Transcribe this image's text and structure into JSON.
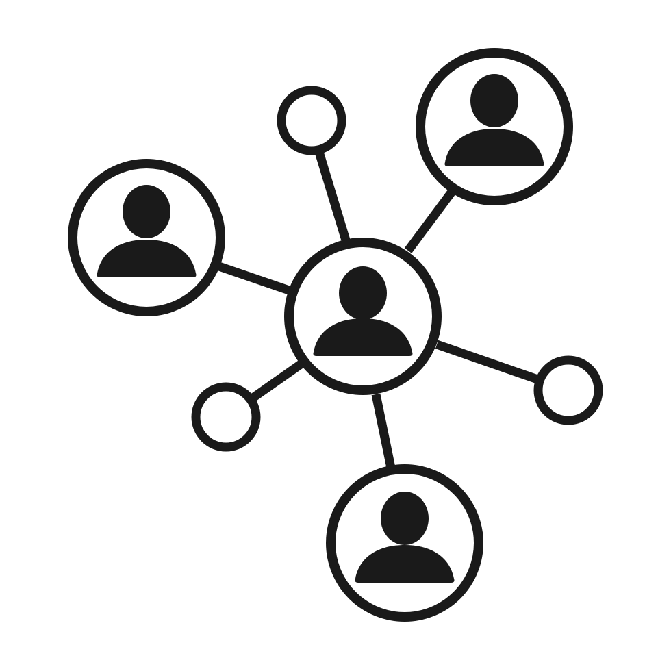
{
  "icon": {
    "name": "social-network-users-icon",
    "stroke_color": "#1a1a1a",
    "fill_color": "#ffffff",
    "user_nodes": [
      {
        "name": "center-user-node",
        "role": "hub"
      },
      {
        "name": "top-right-user-node",
        "role": "member"
      },
      {
        "name": "left-user-node",
        "role": "member"
      },
      {
        "name": "bottom-user-node",
        "role": "member"
      }
    ],
    "empty_nodes": [
      {
        "name": "top-empty-node"
      },
      {
        "name": "right-empty-node"
      },
      {
        "name": "bottom-left-empty-node"
      }
    ]
  }
}
